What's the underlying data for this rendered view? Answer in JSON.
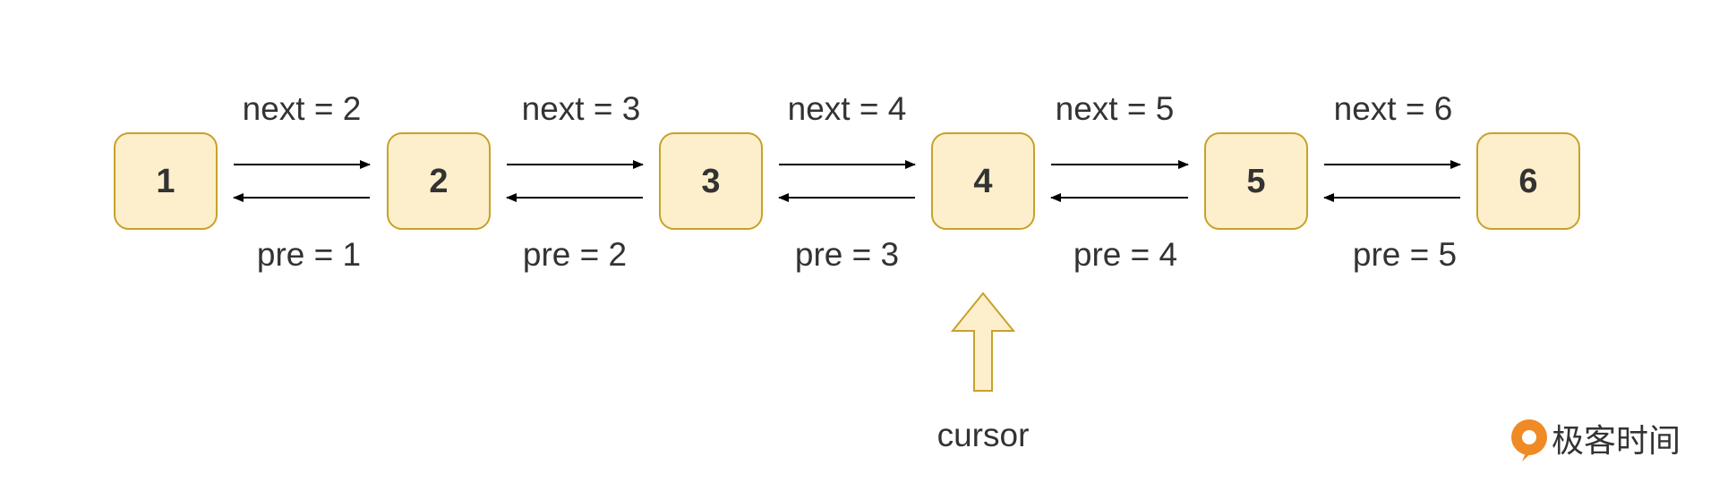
{
  "nodes": [
    "1",
    "2",
    "3",
    "4",
    "5",
    "6"
  ],
  "links": [
    {
      "next": "next = 2",
      "pre": "pre = 1"
    },
    {
      "next": "next = 3",
      "pre": "pre = 2"
    },
    {
      "next": "next = 4",
      "pre": "pre = 3"
    },
    {
      "next": "next = 5",
      "pre": "pre = 4"
    },
    {
      "next": "next = 6",
      "pre": "pre = 5"
    }
  ],
  "cursor": {
    "label": "cursor",
    "target_node": "4"
  },
  "brand": {
    "text": "极客时间"
  },
  "colors": {
    "node_fill": "#fdefcc",
    "node_stroke": "#c7a22a",
    "text": "#333333",
    "arrow": "#000000",
    "brand_orange": "#f08a24"
  }
}
